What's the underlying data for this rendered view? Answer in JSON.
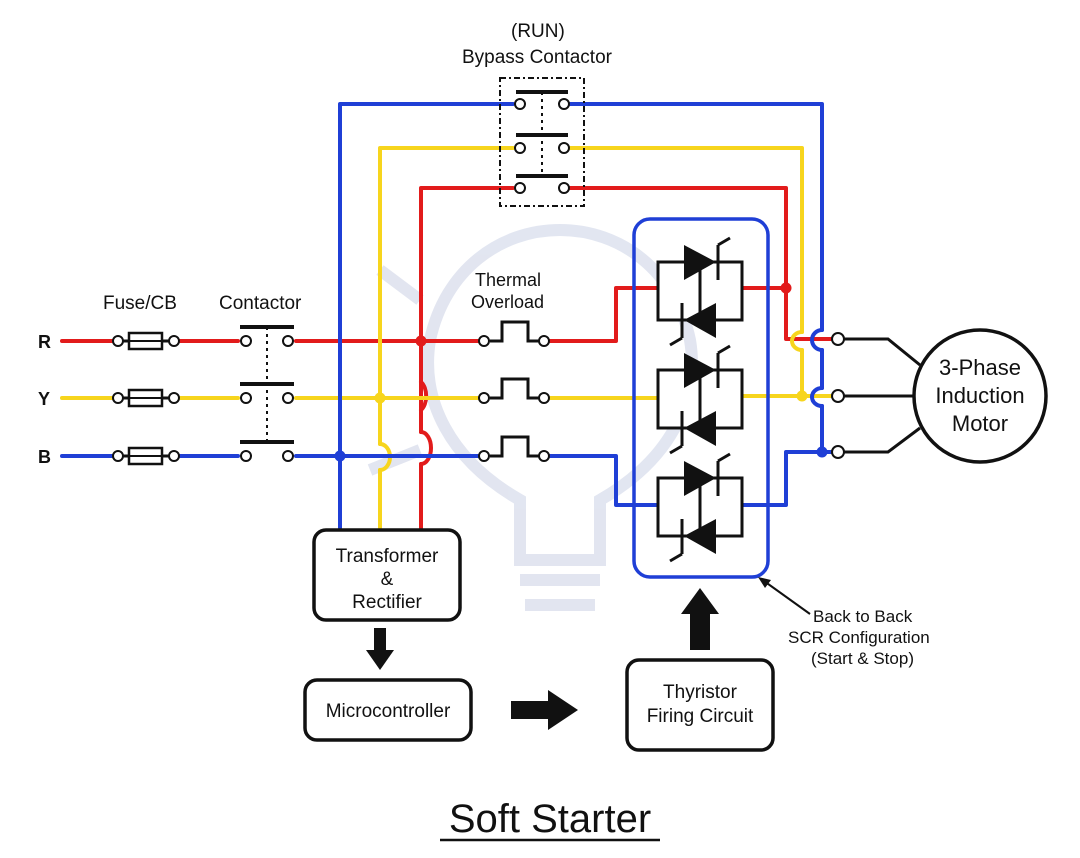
{
  "title": "Soft Starter",
  "phases": [
    "R",
    "Y",
    "B"
  ],
  "labels": {
    "fuse": "Fuse/CB",
    "contactor": "Contactor",
    "thermal_line1": "Thermal",
    "thermal_line2": "Overload",
    "bypass_line1": "(RUN)",
    "bypass_line2": "Bypass Contactor",
    "motor_line1": "3-Phase",
    "motor_line2": "Induction",
    "motor_line3": "Motor",
    "transformer_line1": "Transformer",
    "transformer_line2": "&",
    "transformer_line3": "Rectifier",
    "microcontroller": "Microcontroller",
    "thyristor_line1": "Thyristor",
    "thyristor_line2": "Firing Circuit",
    "scr_note_line1": "Back to Back",
    "scr_note_line2": "SCR Configuration",
    "scr_note_line3": "(Start & Stop)"
  },
  "colors": {
    "R": "#e21b1b",
    "Y": "#f7d51d",
    "B": "#1f3fd6",
    "outline": "#111111",
    "watermark": "#dfe3ef"
  }
}
